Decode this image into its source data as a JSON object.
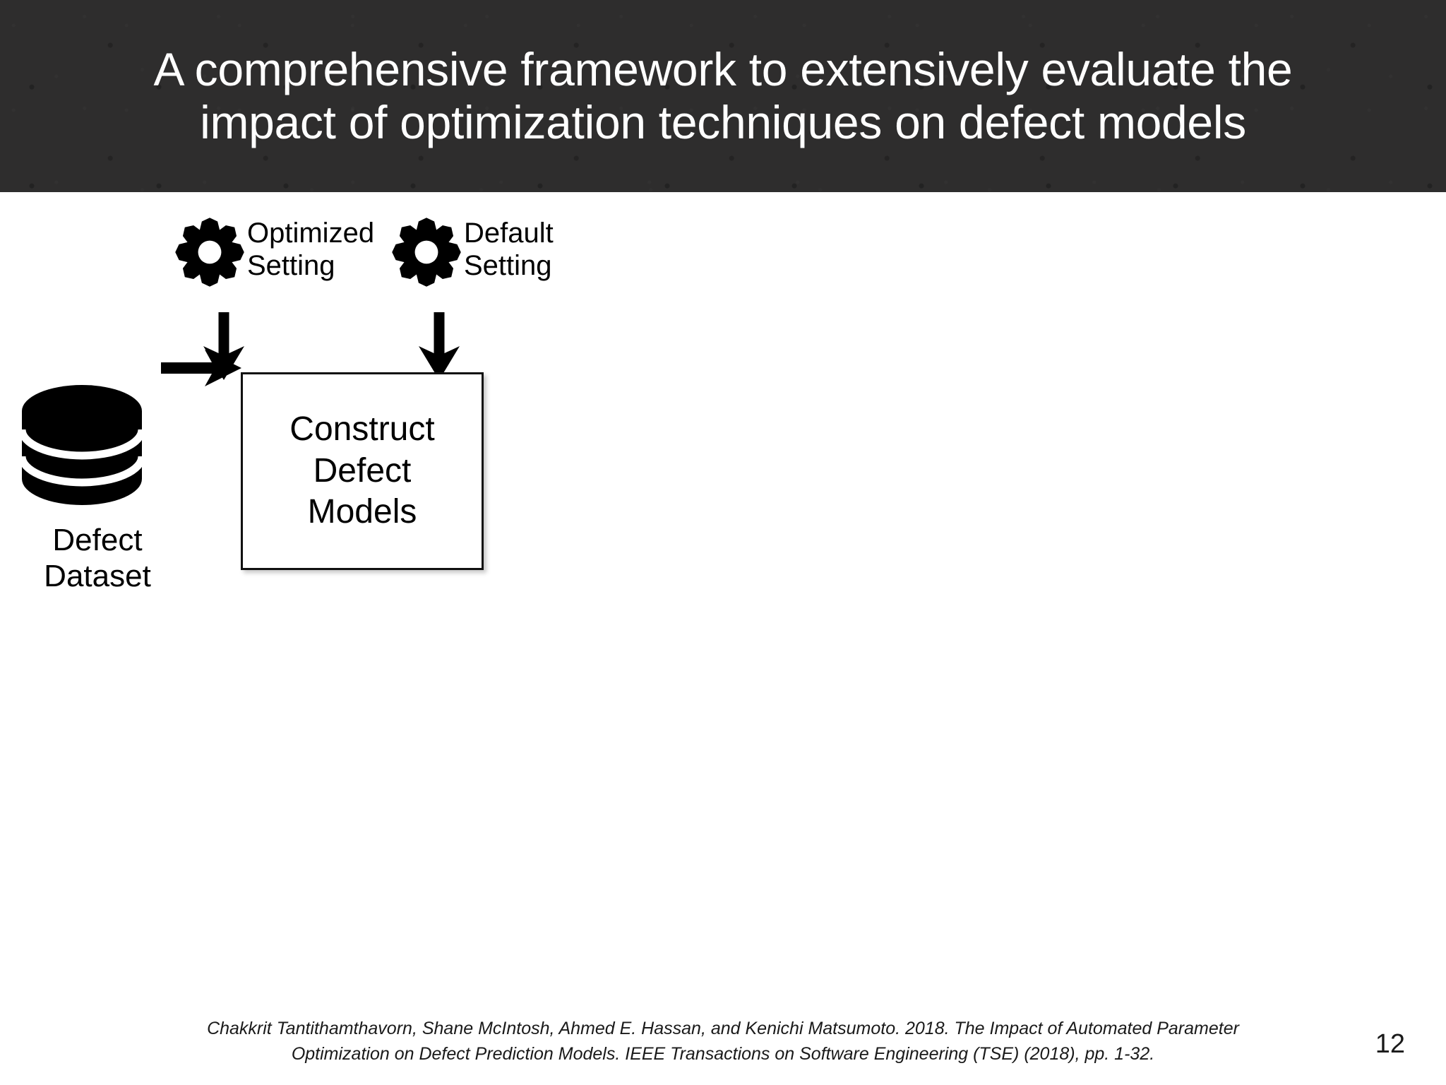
{
  "slide": {
    "title": "A comprehensive framework to extensively evaluate the impact of optimization techniques on defect models",
    "title_line1": "A comprehensive framework to extensively evaluate the",
    "title_line2": "impact of optimization techniques on defect models",
    "page_number": "12",
    "header_bg_color": "#2e2d2d",
    "header_text_color": "#ffffff",
    "body_bg_color": "#ffffff",
    "ink_color": "#000000"
  },
  "diagram": {
    "settings": [
      {
        "icon": "gear-icon",
        "label": "Optimized\nSetting",
        "label_line1": "Optimized",
        "label_line2": "Setting",
        "arrow": "down-arrow"
      },
      {
        "icon": "gear-icon",
        "label": "Default\nSetting",
        "label_line1": "Default",
        "label_line2": "Setting",
        "arrow": "down-arrow"
      }
    ],
    "dataset": {
      "icon": "database-icon",
      "label": "Defect\nDataset",
      "label_line1": "Defect",
      "label_line2": "Dataset"
    },
    "connector": {
      "icon": "right-arrow-icon"
    },
    "process": {
      "label": "Construct Defect Models",
      "lines": [
        "Construct",
        "Defect",
        "Models"
      ]
    }
  },
  "footer": {
    "citation": "Chakkrit Tantithamthavorn, Shane McIntosh, Ahmed E. Hassan, and Kenichi Matsumoto. 2018. The Impact of Automated Parameter Optimization on Defect Prediction Models. IEEE Transactions on Software Engineering (TSE) (2018), pp. 1-32.",
    "citation_line1": "Chakkrit Tantithamthavorn, Shane McIntosh, Ahmed E. Hassan, and Kenichi Matsumoto. 2018. The Impact of Automated Parameter",
    "citation_line2": "Optimization on Defect Prediction Models. IEEE Transactions on Software Engineering (TSE) (2018), pp. 1-32."
  }
}
